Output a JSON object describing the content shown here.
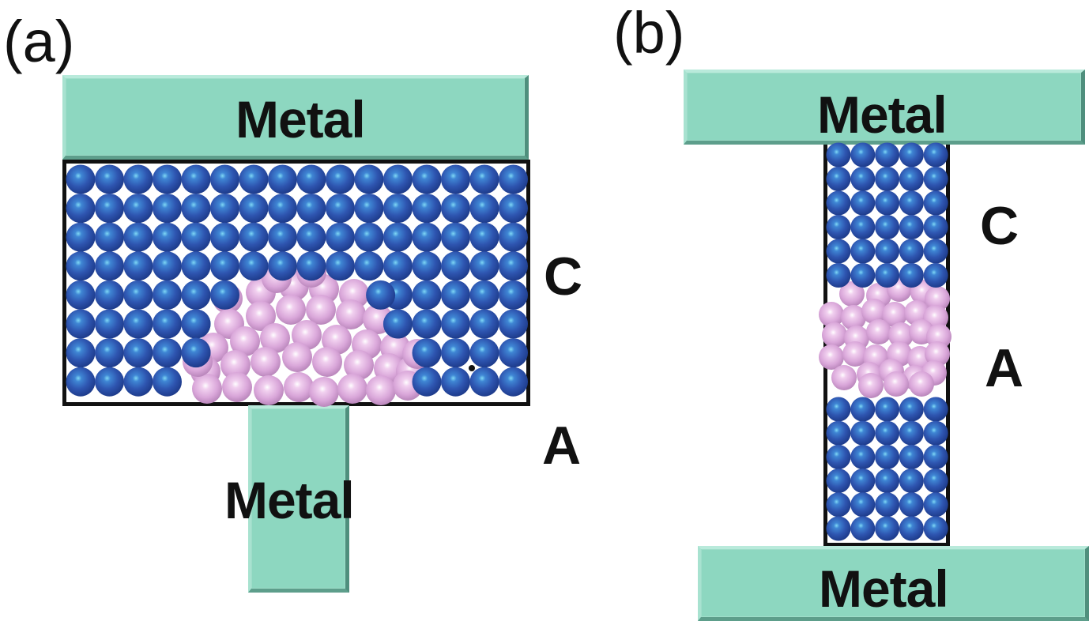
{
  "figure": {
    "panels": [
      {
        "id": "a",
        "label": "(a)",
        "top_electrode": "Metal",
        "bottom_electrode": "Metal",
        "phase_labels": {
          "crystalline": "C",
          "amorphous": "A"
        },
        "crystalline_grid": {
          "columns": 16,
          "rows": 8
        },
        "missing_crystalline_cells": {
          "4": [
            6,
            7,
            8,
            9,
            10
          ],
          "5": [
            5,
            6,
            7,
            8,
            9,
            10
          ],
          "6": [
            5,
            6,
            7,
            8,
            9,
            10,
            11
          ],
          "7": [
            4,
            5,
            6,
            7,
            8,
            9,
            10,
            11
          ]
        },
        "shifted_crystalline_atoms": [
          [
            4,
            10.4
          ],
          [
            5,
            11
          ]
        ],
        "amorphous_region": "mushroom-shaped amorphous plug above narrow bottom electrode"
      },
      {
        "id": "b",
        "label": "(b)",
        "top_electrode": "Metal",
        "bottom_electrode": "Metal",
        "phase_labels": {
          "crystalline": "C",
          "amorphous": "A"
        },
        "crystalline_top": {
          "columns": 5,
          "rows": 6
        },
        "crystalline_bottom": {
          "columns": 5,
          "rows": 6
        },
        "amorphous_region": "amorphous band spanning full width mid-column"
      }
    ],
    "colors": {
      "crystalline_atom": "#2e55b0",
      "amorphous_atom": "#d9a6d9",
      "metal": "#8dd7c0",
      "cell_border": "#111111"
    }
  }
}
